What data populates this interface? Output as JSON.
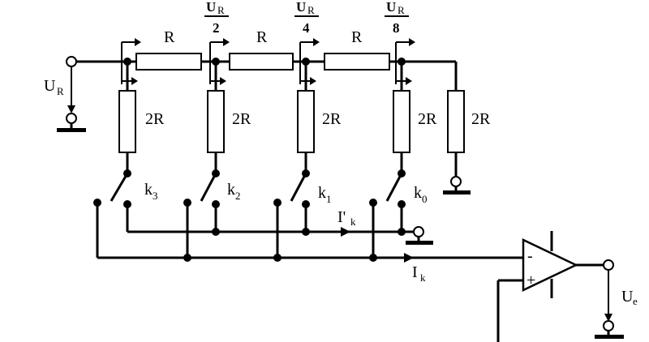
{
  "labels": {
    "ur_input": "U",
    "ur_input_sub": "R",
    "res_top": "R",
    "res_shunt": "2R",
    "res_term": "2R",
    "frac_1_num": "U",
    "frac_1_num_sub": "R",
    "frac_1_den": "2",
    "frac_2_num": "U",
    "frac_2_num_sub": "R",
    "frac_2_den": "4",
    "frac_3_num": "U",
    "frac_3_num_sub": "R",
    "frac_3_den": "8",
    "k3": "k",
    "k3_sub": "3",
    "k2": "k",
    "k2_sub": "2",
    "k1": "k",
    "k1_sub": "1",
    "k0": "k",
    "k0_sub": "0",
    "ik_prime": "I'",
    "ik_prime_sub": "k",
    "ik": "I",
    "ik_sub": "k",
    "opamp_minus": "-",
    "opamp_plus": "+",
    "ue": "U",
    "ue_sub": "e"
  }
}
